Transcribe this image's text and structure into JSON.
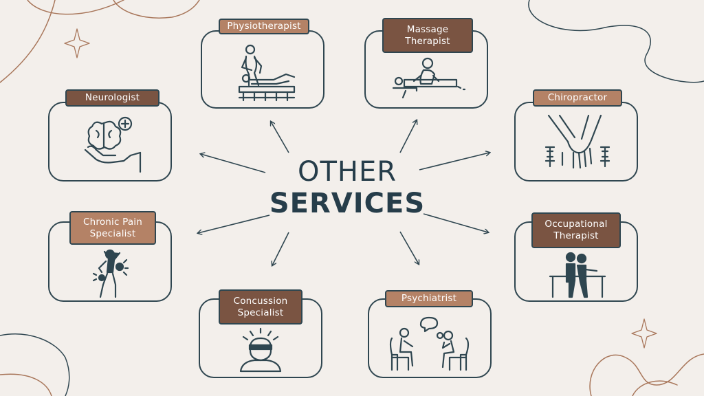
{
  "title": {
    "line1": "OTHER",
    "line2": "SERVICES"
  },
  "colors": {
    "background": "#f3efeb",
    "outline": "#2f4650",
    "label_light": "#b48266",
    "label_dark": "#7a5442",
    "decor": "#a8765a"
  },
  "services": [
    {
      "label": "Physiotherapist",
      "icon": "physiotherapy-icon"
    },
    {
      "label": "Massage\nTherapist",
      "icon": "massage-icon"
    },
    {
      "label": "Neurologist",
      "icon": "brain-hand-icon"
    },
    {
      "label": "Chiropractor",
      "icon": "chiropractic-hands-icon"
    },
    {
      "label": "Chronic Pain\nSpecialist",
      "icon": "pain-person-icon"
    },
    {
      "label": "Occupational\nTherapist",
      "icon": "occupational-therapy-icon"
    },
    {
      "label": "Concussion\nSpecialist",
      "icon": "head-bandage-icon"
    },
    {
      "label": "Psychiatrist",
      "icon": "counseling-icon"
    }
  ]
}
